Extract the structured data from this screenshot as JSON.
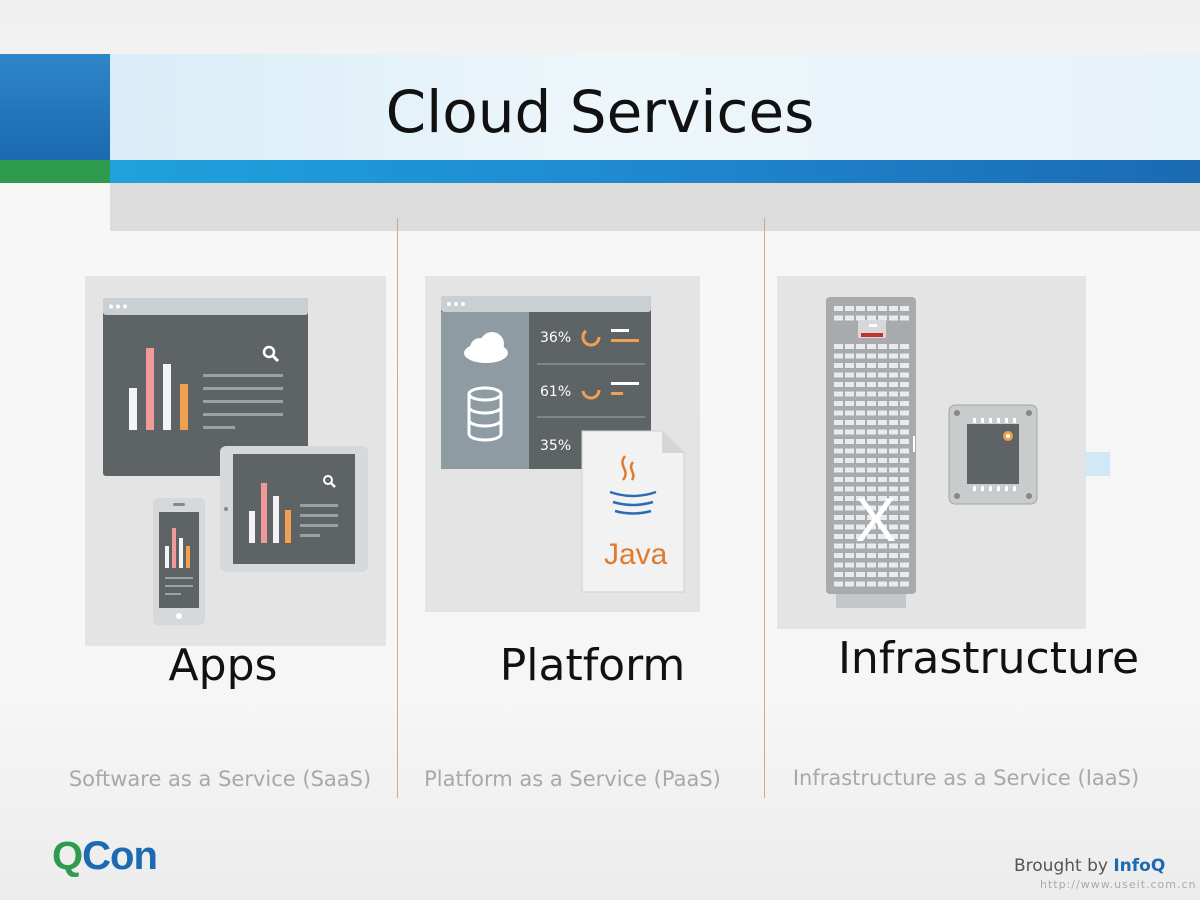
{
  "slide": {
    "title": "Cloud Services"
  },
  "columns": [
    {
      "label": "Apps",
      "subtitle": "Software as a Service (SaaS)"
    },
    {
      "label": "Platform",
      "subtitle": "Platform as a Service (PaaS)"
    },
    {
      "label": "Infrastructure",
      "subtitle": "Infrastructure as a Service (IaaS)"
    }
  ],
  "platform_stats": [
    "36%",
    "61%",
    "35%"
  ],
  "java_logo_text": "Java",
  "server_mark": "X",
  "footer": {
    "logo_q": "Q",
    "logo_rest": "Con",
    "brought_by": "Brought by",
    "brand": "InfoQ",
    "watermark": "http://www.useit.com.cn"
  },
  "colors": {
    "accent_blue": "#1b6ab2",
    "accent_green": "#2e9b4e",
    "divider_orange": "#e1a27f",
    "chart_orange": "#f0a050",
    "chart_pink": "#f09a9a"
  },
  "icons": [
    "browser-chart-icon",
    "tablet-chart-icon",
    "phone-chart-icon",
    "cloud-icon",
    "database-icon",
    "java-file-icon",
    "server-rack-icon",
    "cpu-chip-icon"
  ]
}
